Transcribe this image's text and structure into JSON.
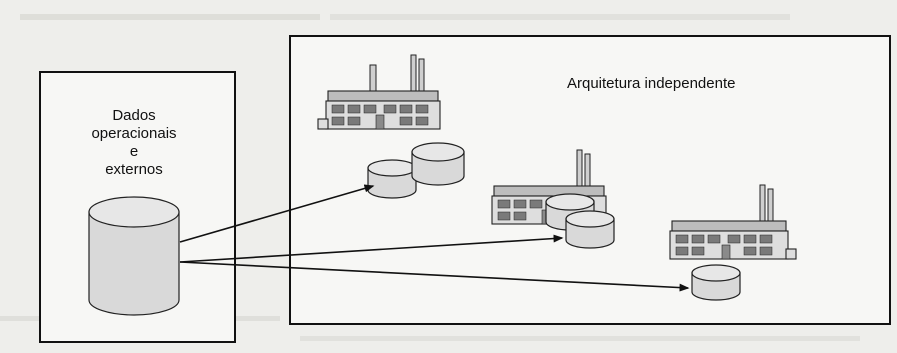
{
  "source": {
    "label_lines": [
      "Dados",
      "operacionais",
      "e",
      "externos"
    ]
  },
  "architecture": {
    "label": "Arquitetura independente"
  }
}
